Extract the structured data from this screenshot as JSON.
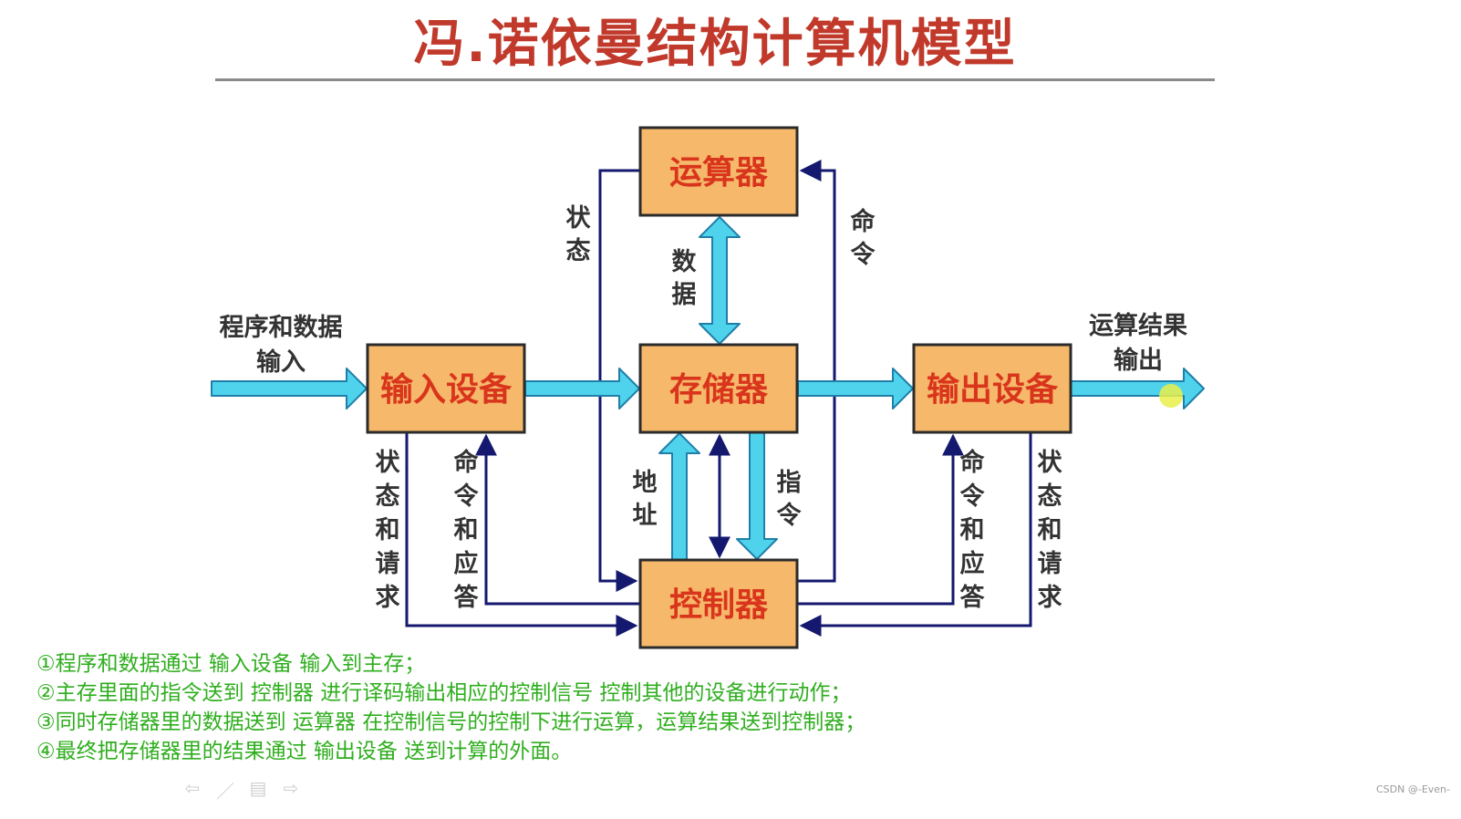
{
  "title": "冯.诺依曼结构计算机模型",
  "colors": {
    "title": "#c0392b",
    "box_fill": "#f6b86a",
    "box_stroke": "#2b2b2b",
    "box_text": "#d9351c",
    "fat_arrow": "#4fd3ec",
    "fat_arrow_stroke": "#1f7fa8",
    "thin_arrow": "#14186e",
    "notes": "#2fae1e"
  },
  "boxes": {
    "alu": "运算器",
    "memory": "存储器",
    "input": "输入设备",
    "output": "输出设备",
    "control": "控制器"
  },
  "labels": {
    "status_alu": "状态",
    "command_alu": "命令",
    "data": "数据",
    "address": "地址",
    "instruction": "指令",
    "input_status": "状态和请求",
    "input_command": "命令和应答",
    "output_command": "命令和应答",
    "output_status": "状态和请求",
    "input_in_line1": "程序和数据",
    "input_in_line2": "输入",
    "output_out_line1": "运算结果",
    "output_out_line2": "输出"
  },
  "notes": [
    "①程序和数据通过 输入设备 输入到主存；",
    "②主存里面的指令送到 控制器 进行译码输出相应的控制信号 控制其他的设备进行动作；",
    "③同时存储器里的数据送到 运算器 在控制信号的控制下进行运算，运算结果送到控制器；",
    "④最终把存储器里的结果通过 输出设备 送到计算的外面。"
  ],
  "footer_icons": [
    "arrow-left-icon",
    "pen-icon",
    "menu-icon",
    "arrow-right-icon"
  ],
  "watermark": "CSDN @-Even-"
}
